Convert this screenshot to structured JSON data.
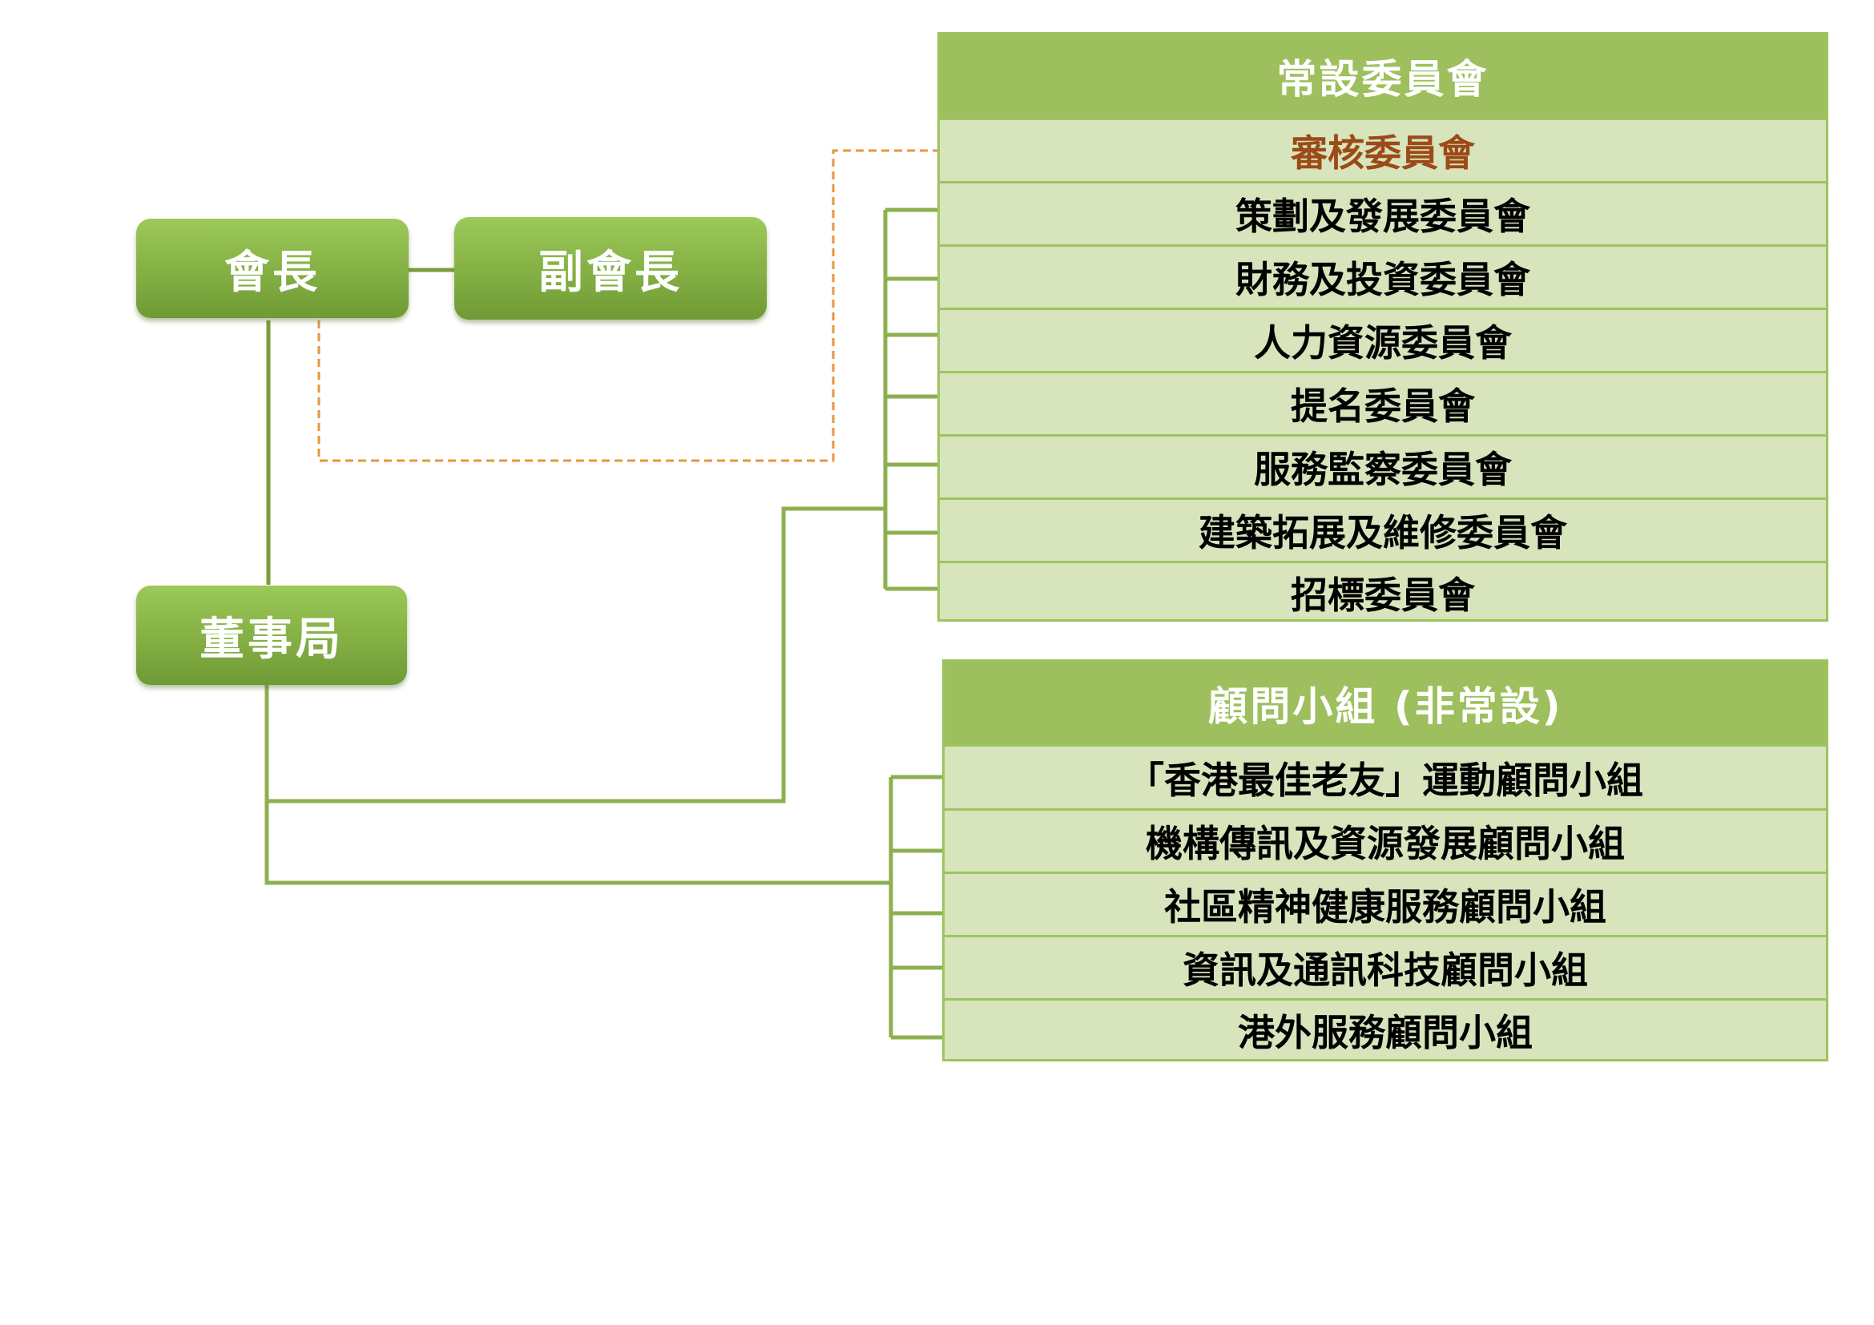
{
  "nodes": {
    "president": "會長",
    "vice_president": "副會長",
    "board": "董事局"
  },
  "standing_committees": {
    "title": "常設委員會",
    "items": [
      "審核委員會",
      "策劃及發展委員會",
      "財務及投資委員會",
      "人力資源委員會",
      "提名委員會",
      "服務監察委員會",
      "建築拓展及維修委員會",
      "招標委員會"
    ]
  },
  "advisory_groups": {
    "title": "顧問小組 (非常設)",
    "items": [
      "「香港最佳老友」運動顧問小組",
      "機構傳訊及資源發展顧問小組",
      "社區精神健康服務顧問小組",
      "資訊及通訊科技顧問小組",
      "港外服務顧問小組"
    ]
  },
  "colors": {
    "node_green": "#88b447",
    "panel_header": "#9dbf5d",
    "panel_body": "#d7e4bc",
    "connector": "#8db04e",
    "dashed_connector": "#e8963a",
    "highlight_text": "#9c4a17"
  }
}
